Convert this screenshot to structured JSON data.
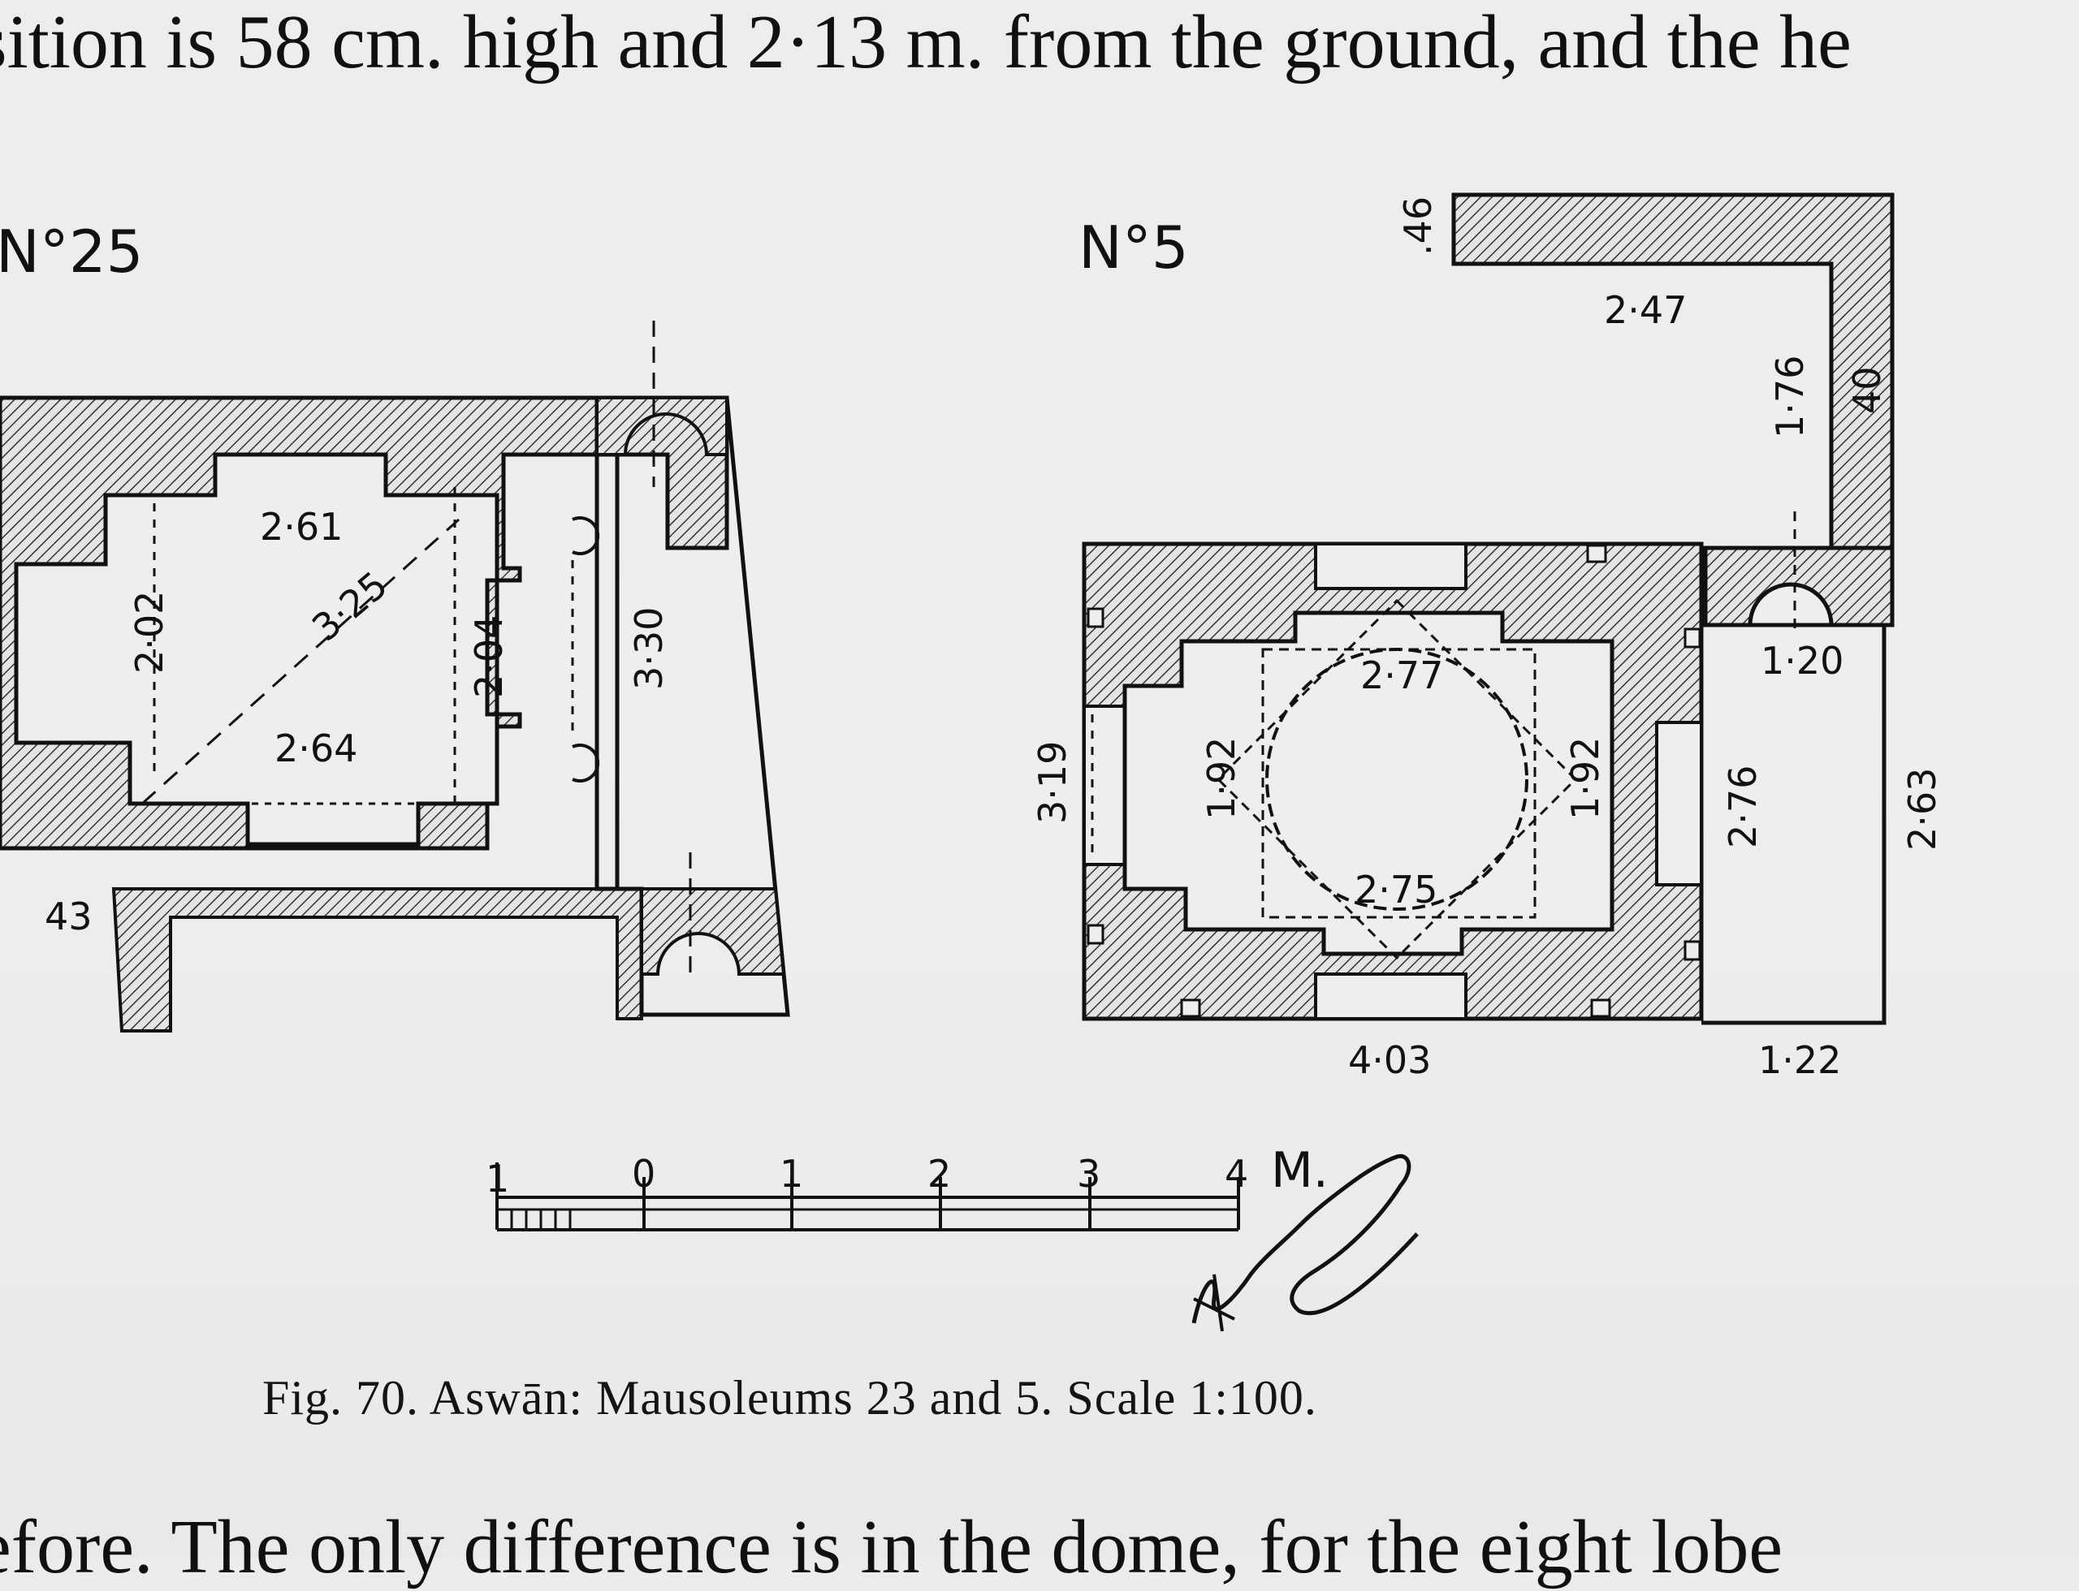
{
  "text": {
    "top_line": "sition is 58 cm. high and 2·13 m. from the ground, and the he",
    "bottom_line": "efore. The only difference is in the dome, for the eight lobe",
    "caption": "Fig. 70. Aswān: Mausoleums 23 and 5.   Scale 1:100."
  },
  "left_plan": {
    "label": "N°25",
    "dims": {
      "d261": "2·61",
      "d325": "3·25",
      "d202": "2·02",
      "d204": "2·04",
      "d264": "2·64",
      "d330": "3·30",
      "d43": "43"
    }
  },
  "right_plan": {
    "label": "N°5",
    "dims": {
      "d46": ".46",
      "d247": "2·47",
      "d176": "1·76",
      "d40": "40",
      "d277": "2·77",
      "d192a": "1·92",
      "d192b": "1·92",
      "d275": "2·75",
      "d319": "3·19",
      "d120": "1·20",
      "d276": "2·76",
      "d263": "2·63",
      "d403": "4·03",
      "d122": "1·22"
    }
  },
  "scale_bar": {
    "ticks": [
      "1",
      "0",
      "1",
      "2",
      "3",
      "4"
    ],
    "unit": "M."
  },
  "signature": "K.A.C. Creswell"
}
